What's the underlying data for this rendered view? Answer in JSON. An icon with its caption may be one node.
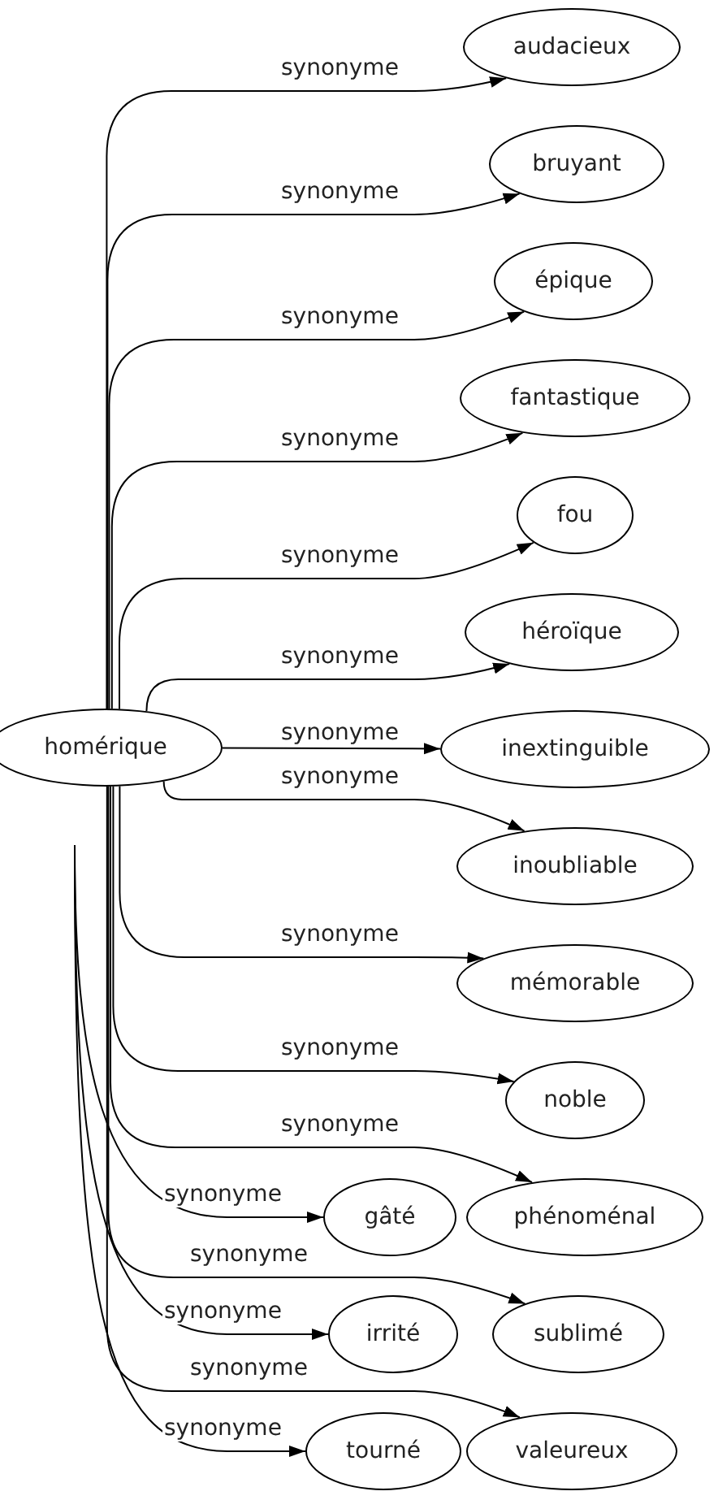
{
  "diagram": {
    "nodes": [
      {
        "text": [
          "homérique"
        ]
      },
      {
        "text": [
          "audacieux"
        ]
      },
      {
        "text": [
          "bruyant"
        ]
      },
      {
        "text": [
          "épique"
        ]
      },
      {
        "text": [
          "fantastique"
        ]
      },
      {
        "text": [
          "fou"
        ]
      },
      {
        "text": [
          "héroïque"
        ]
      },
      {
        "text": [
          "inextinguible"
        ]
      },
      {
        "text": [
          "inoubliable"
        ]
      },
      {
        "text": [
          "mémorable"
        ]
      },
      {
        "text": [
          "noble"
        ]
      },
      {
        "text": [
          "gâté"
        ]
      },
      {
        "text": [
          "phénoménal"
        ]
      },
      {
        "text": [
          "irrité"
        ]
      },
      {
        "text": [
          "sublimé"
        ]
      },
      {
        "text": [
          "tourné"
        ]
      },
      {
        "text": [
          "valeureux"
        ]
      }
    ],
    "edges": [
      {
        "from": 0,
        "to": 1,
        "arrow": "to",
        "label": "synonyme"
      },
      {
        "from": 0,
        "to": 2,
        "arrow": "to",
        "label": "synonyme"
      },
      {
        "from": 0,
        "to": 3,
        "arrow": "to",
        "label": "synonyme"
      },
      {
        "from": 0,
        "to": 4,
        "arrow": "to",
        "label": "synonyme"
      },
      {
        "from": 0,
        "to": 5,
        "arrow": "to",
        "label": "synonyme"
      },
      {
        "from": 0,
        "to": 6,
        "arrow": "to",
        "label": "synonyme"
      },
      {
        "from": 0,
        "to": 7,
        "arrow": "to",
        "label": "synonyme"
      },
      {
        "from": 0,
        "to": 8,
        "arrow": "to",
        "label": "synonyme"
      },
      {
        "from": 0,
        "to": 9,
        "arrow": "to",
        "label": "synonyme"
      },
      {
        "from": 0,
        "to": 10,
        "arrow": "to",
        "label": "synonyme"
      },
      {
        "from": 0,
        "to": 12,
        "arrow": "to",
        "label": "synonyme"
      },
      {
        "from": 0,
        "to": 14,
        "arrow": "to",
        "label": "synonyme"
      },
      {
        "from": 0,
        "to": 16,
        "arrow": "to",
        "label": "synonyme"
      },
      {
        "from": null,
        "to": 11,
        "arrow": "to",
        "label": "synonyme"
      },
      {
        "from": null,
        "to": 13,
        "arrow": "to",
        "label": "synonyme"
      },
      {
        "from": null,
        "to": 15,
        "arrow": "to",
        "label": "synonyme"
      }
    ]
  }
}
